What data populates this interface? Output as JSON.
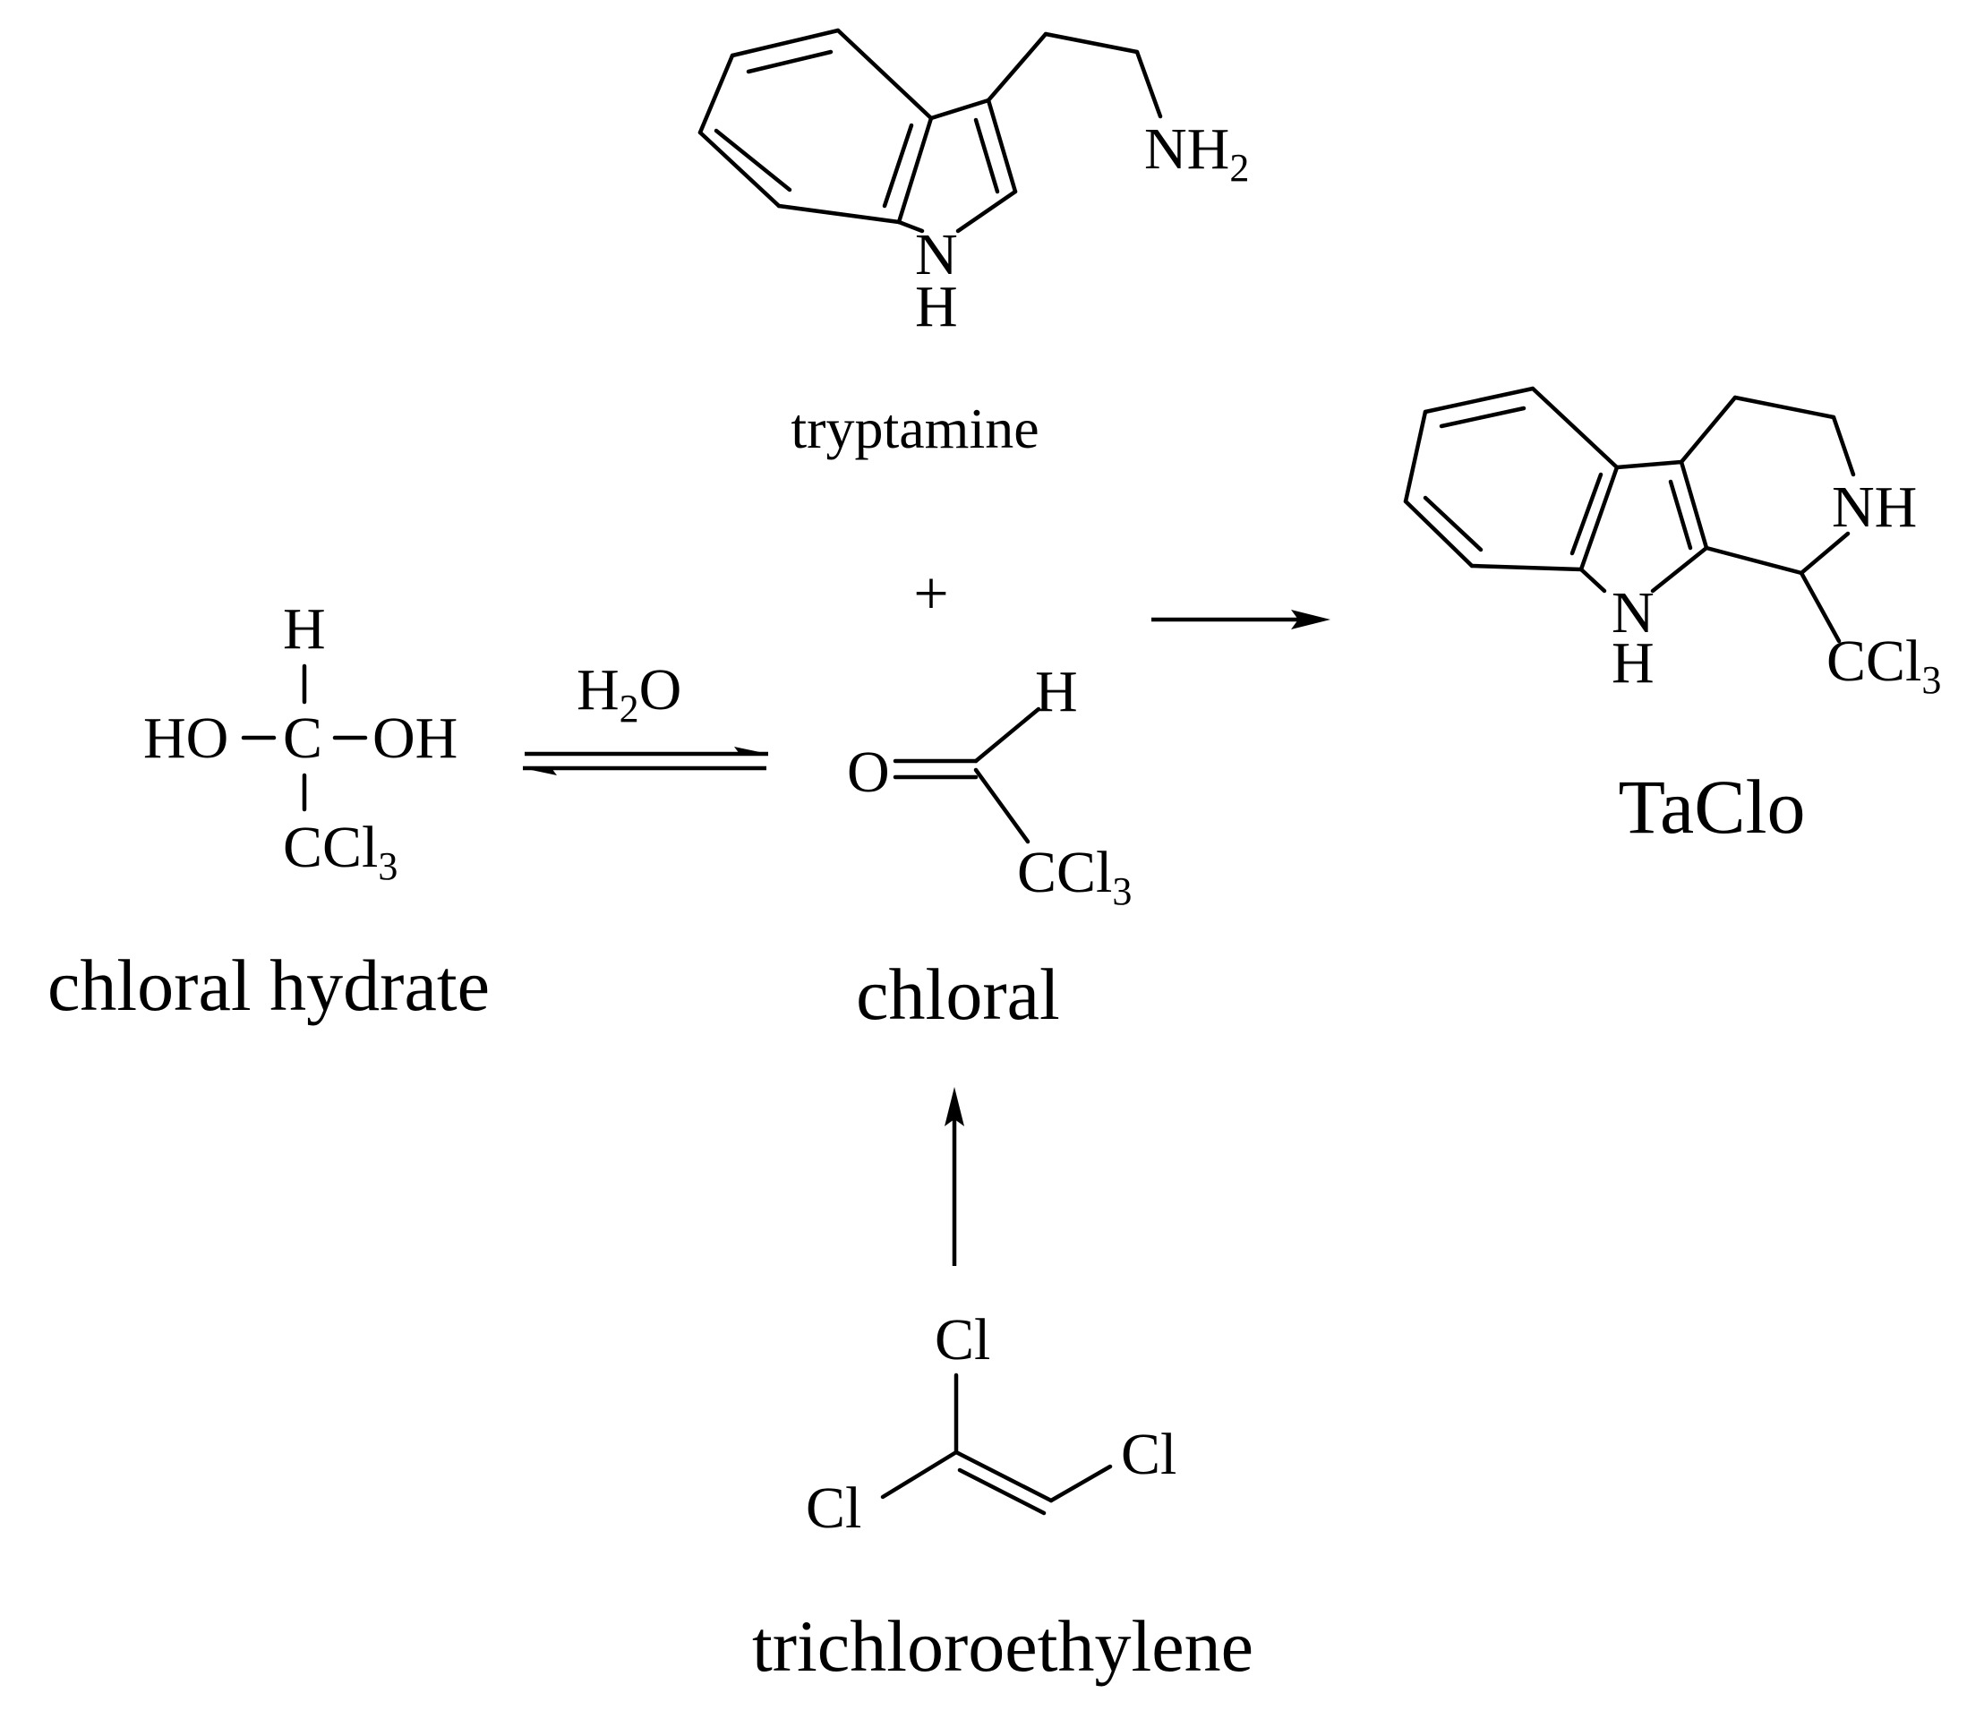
{
  "compounds": {
    "tryptamine": {
      "name": "tryptamine",
      "amine": "NH",
      "amine_sub": "2",
      "ring_n": "N",
      "ring_h": "H"
    },
    "plus": "+",
    "chloral_hydrate": {
      "name": "chloral hydrate",
      "h": "H",
      "ho": "HO",
      "c": "C",
      "oh": "OH",
      "ccl": "CCl",
      "ccl_sub": "3"
    },
    "chloral": {
      "name": "chloral",
      "o": "O",
      "h": "H",
      "ccl": "CCl",
      "ccl_sub": "3"
    },
    "taclo": {
      "name": "TaClo",
      "nh": "NH",
      "ring_n": "N",
      "ring_h": "H",
      "ccl": "CCl",
      "ccl_sub": "3"
    },
    "trichloroethylene": {
      "name": "trichloroethylene",
      "cl_top": "Cl",
      "cl_left": "Cl",
      "cl_right": "Cl"
    }
  },
  "reagent": {
    "h": "H",
    "h_sub": "2",
    "o": "O"
  },
  "colors": {
    "ink": "#000000",
    "background": "#ffffff"
  }
}
